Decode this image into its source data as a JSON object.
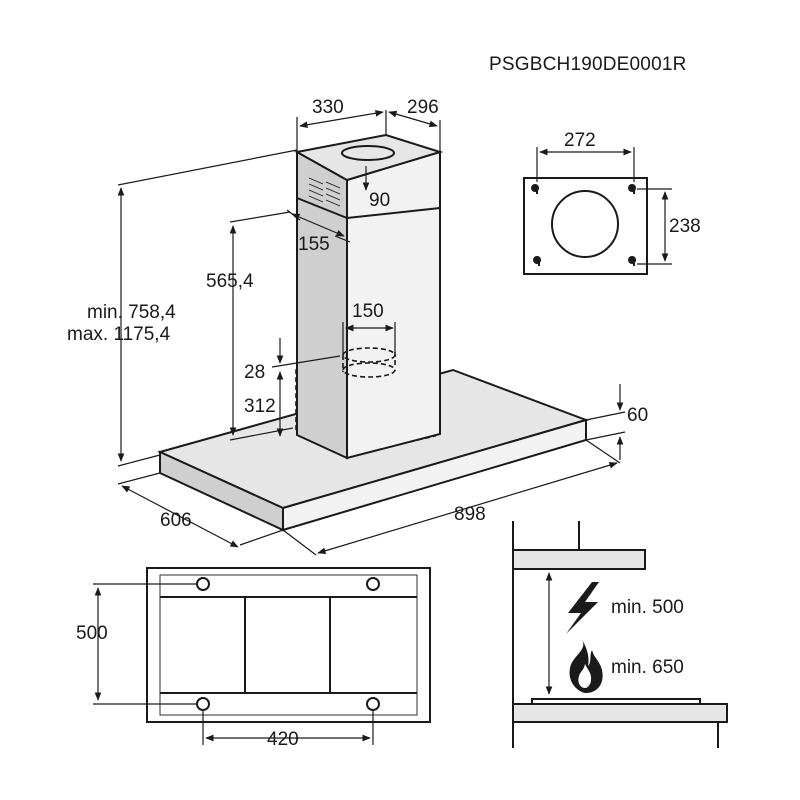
{
  "document_code": "PSGBCH190DE0001R",
  "dimensions": {
    "chimney_width": "330",
    "chimney_depth": "296",
    "vent_offset": "90",
    "vent_depth": "155",
    "height_upper": "565,4",
    "height_min": "min. 758,4",
    "height_max": "max. 1175,4",
    "outlet_diameter": "150",
    "outlet_gap": "28",
    "motor_height": "312",
    "canopy_thickness": "60",
    "canopy_depth": "606",
    "canopy_width": "898",
    "bracket_width": "272",
    "bracket_height": "238",
    "fixing_depth": "500",
    "fixing_width": "420"
  },
  "clearance": {
    "electric_label": "min. 500",
    "gas_label": "min. 650",
    "electric_icon": "lightning-icon",
    "gas_icon": "flame-icon"
  }
}
